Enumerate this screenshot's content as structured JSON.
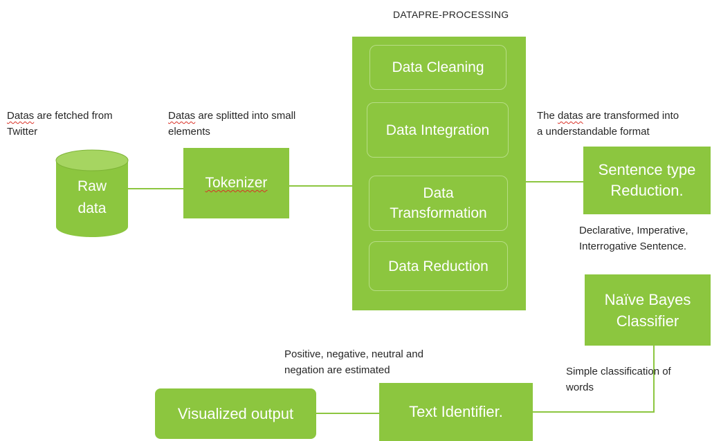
{
  "colors": {
    "box_fill": "#8cc63f",
    "connector": "#8cc63f",
    "text_on_box": "#ffffff",
    "spell_underline": "#d93025"
  },
  "preprocessing": {
    "title": "DATAPRE-PROCESSING",
    "steps": [
      "Data Cleaning",
      "Data Integration",
      "Data\nTransformation",
      "Data Reduction"
    ]
  },
  "nodes": {
    "raw_data": "Raw\ndata",
    "tokenizer": "Tokenizer",
    "sentence_reduction": "Sentence type\nReduction.",
    "naive_bayes": "Naïve Bayes\nClassifier",
    "text_identifier": "Text Identifier.",
    "visualized_output": "Visualized output"
  },
  "notes": {
    "raw_data": {
      "prefix": "Datas",
      "rest": " are fetched from\nTwitter"
    },
    "tokenizer": {
      "prefix": "Datas",
      "rest": " are splitted into small\nelements"
    },
    "transformed": {
      "lead": "The ",
      "word": "datas",
      "rest": " are transformed into\na understandable format"
    },
    "sentence_types": "Declarative, Imperative,\nInterrogative Sentence.",
    "classification": "Simple classification of\nwords",
    "sentiment": "Positive, negative, neutral and\nnegation are estimated"
  }
}
